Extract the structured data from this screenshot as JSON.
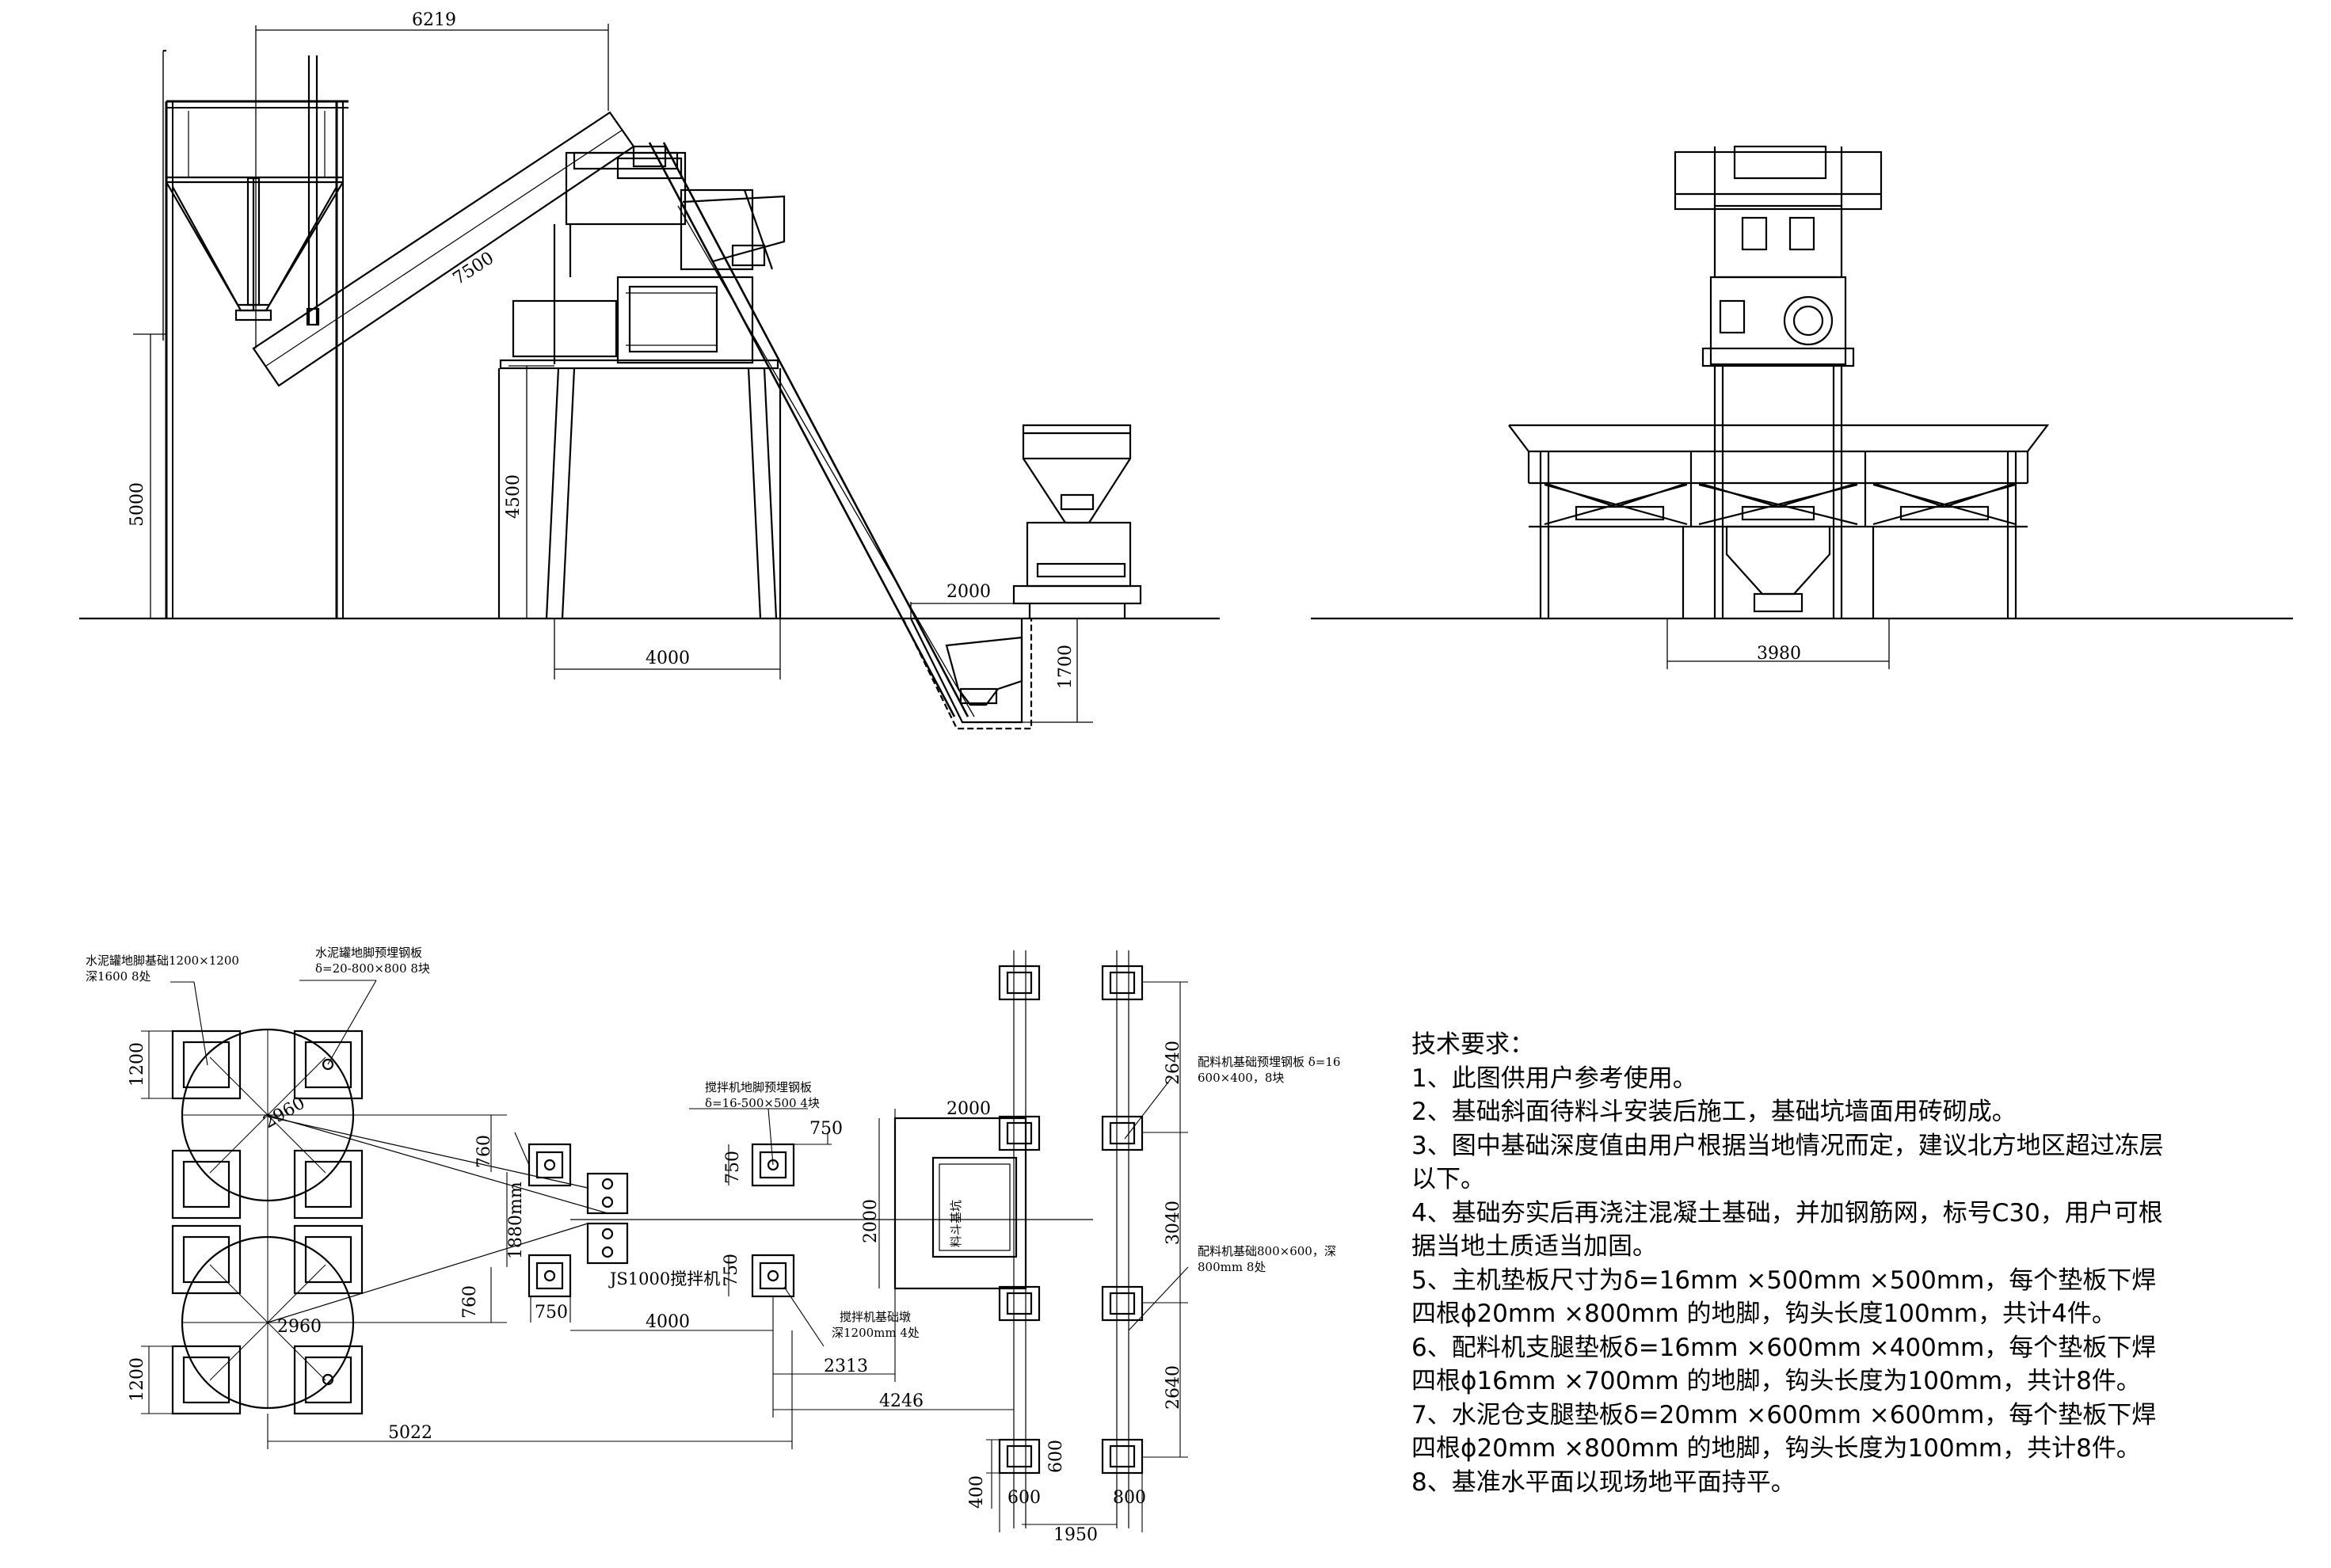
{
  "side_view": {
    "dims": {
      "d6219": "6219",
      "d7500": "7500",
      "d5000": "5000",
      "d4500": "4500",
      "d4000": "4000",
      "d2000": "2000",
      "d1700": "1700"
    }
  },
  "front_view": {
    "dims": {
      "d3980": "3980"
    }
  },
  "plan_view": {
    "labels": {
      "cement_silo_foundation_1": "水泥罐地脚基础1200×1200",
      "cement_silo_foundation_2": "深1600   8处",
      "cement_silo_plate_1": "水泥罐地脚预埋钢板",
      "cement_silo_plate_2": "δ=20-800×800   8块",
      "mixer_plate_1": "搅拌机地脚预埋钢板",
      "mixer_plate_2": "δ=16-500×500   4块",
      "mixer_foundation_1": "搅拌机基础墩",
      "mixer_foundation_2": "深1200mm    4处",
      "batcher_plate_1": "配料机基础预埋钢板 δ=16",
      "batcher_plate_2": "600×400，8块",
      "batcher_foundation_1": "配料机基础800×600，深",
      "batcher_foundation_2": "800mm 8处",
      "mixer_name": "JS1000搅拌机",
      "hopper_pit": "料斗基坑"
    },
    "dims": {
      "d1200a": "1200",
      "d1200b": "1200",
      "d2960a": "2960",
      "d2960b": "2960",
      "d760a": "760",
      "d760b": "760",
      "d1880": "1880mm",
      "d750a": "750",
      "d750b": "750",
      "d750c": "750",
      "d750d": "750",
      "d2000h": "2000",
      "d2000v": "2000",
      "d4000": "4000",
      "d2313": "2313",
      "d4246": "4246",
      "d5022": "5022",
      "d2640a": "2640",
      "d3040": "3040",
      "d2640b": "2640",
      "d400": "400",
      "d600a": "600",
      "d600b": "600",
      "d800": "800",
      "d1950": "1950"
    }
  },
  "notes": {
    "title": "技术要求：",
    "items": [
      "1、此图供用户参考使用。",
      "2、基础斜面待料斗安装后施工，基础坑墙面用砖砌成。",
      "3、图中基础深度值由用户根据当地情况而定，建议北方地区超过冻层\n以下。",
      "4、基础夯实后再浇注混凝土基础，并加钢筋网，标号C30，用户可根\n据当地土质适当加固。",
      "5、主机垫板尺寸为δ=16mm ×500mm ×500mm，每个垫板下焊\n四根ϕ20mm ×800mm 的地脚，钩头长度100mm，共计4件。",
      "6、配料机支腿垫板δ=16mm ×600mm ×400mm，每个垫板下焊\n四根ϕ16mm ×700mm 的地脚，钩头长度为100mm，共计8件。",
      "7、水泥仓支腿垫板δ=20mm ×600mm ×600mm，每个垫板下焊\n四根ϕ20mm ×800mm 的地脚，钩头长度为100mm，共计8件。",
      "8、基准水平面以现场地平面持平。"
    ]
  }
}
